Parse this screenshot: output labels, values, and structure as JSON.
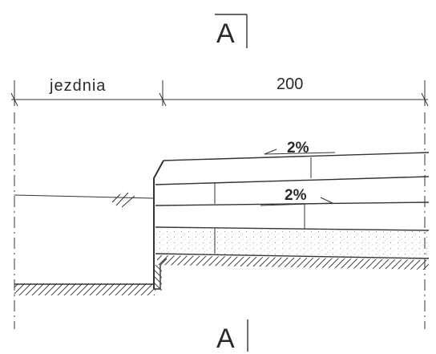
{
  "section_labels": {
    "top": "A",
    "bottom": "A"
  },
  "dimensions": {
    "left_label": "jezdnia",
    "right_label": "200"
  },
  "slopes": {
    "upper": "2%",
    "lower": "2%"
  },
  "colors": {
    "ink": "#333333",
    "hatch": "#444444",
    "stipple": "#9a9a9a"
  }
}
